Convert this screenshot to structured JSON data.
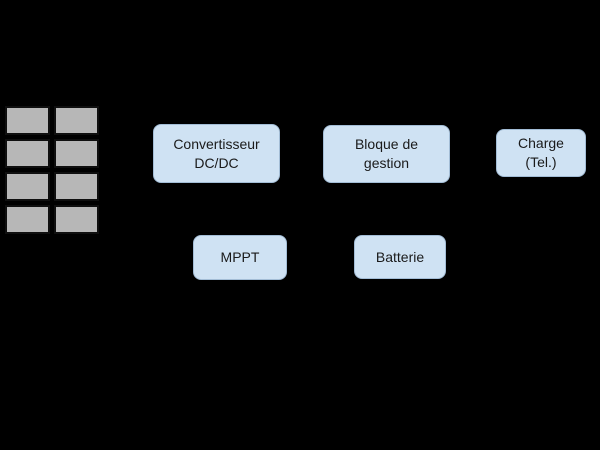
{
  "style": {
    "canvas_bg": "#000000",
    "node_fill": "#cfe2f3",
    "node_border": "#a3bdd6",
    "node_text": "#1a1a1a",
    "panel_cell_fill": "#b7b7b7",
    "panel_cell_border": "#0f0f0f"
  },
  "solar_panel": {
    "rows": 4,
    "cols": 2
  },
  "nodes": [
    {
      "id": "convertisseur-dcdc",
      "label": "Convertisseur\nDC/DC"
    },
    {
      "id": "bloque-de-gestion",
      "label": "Bloque de\ngestion"
    },
    {
      "id": "charge-tel",
      "label": "Charge\n(Tel.)"
    },
    {
      "id": "mppt",
      "label": "MPPT"
    },
    {
      "id": "batterie",
      "label": "Batterie"
    }
  ]
}
